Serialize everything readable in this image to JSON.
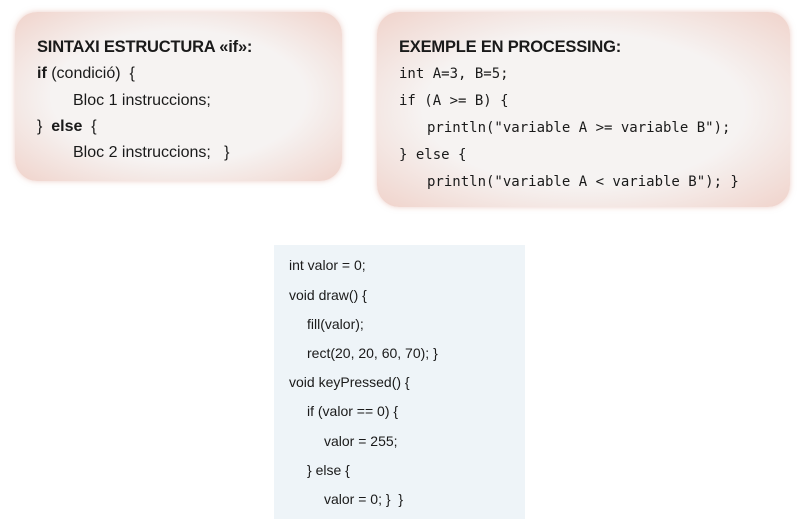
{
  "syntax_box": {
    "title": "SINTAXI ESTRUCTURA «if»:",
    "if_kw": "if",
    "if_rest": " (condició)  {",
    "bloc1": "Bloc 1 instruccions;",
    "close_brace": "}",
    "else_kw": "else",
    "else_rest": "  {",
    "bloc2": "Bloc 2 instruccions;   }"
  },
  "example_box": {
    "title": "EXEMPLE EN PROCESSING:",
    "lines": [
      "int A=3, B=5;",
      "if (A >= B) {",
      "println(\"variable A >= variable B\");",
      "} else {",
      "println(\"variable A < variable B\"); }"
    ]
  },
  "code_box": {
    "lines": [
      "int valor = 0;",
      "void draw() {",
      "fill(valor);",
      "rect(20, 20, 60, 70); }",
      "void keyPressed() {",
      "if (valor == 0) {",
      "valor = 255;",
      "} else {",
      "valor = 0; }  }"
    ]
  }
}
